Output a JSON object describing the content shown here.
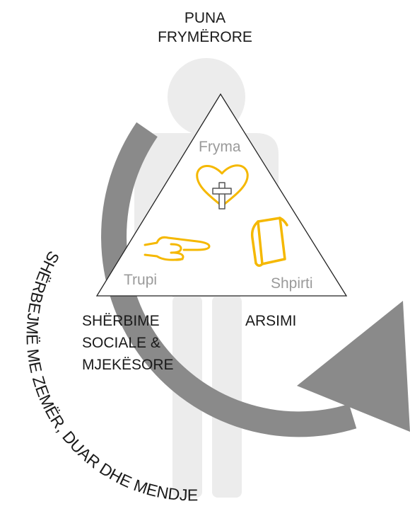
{
  "top_title": {
    "line1": "PUNA",
    "line2": "FRYMËRORE"
  },
  "triangle": {
    "top_label": "Fryma",
    "left_label": "Trupi",
    "right_label": "Shpirti"
  },
  "left_area": {
    "line1": "SHËRBIME",
    "line2": "SOCIALE &",
    "line3": "MJEKËSORE"
  },
  "right_area": {
    "label": "ARSIMI"
  },
  "cycle_arrow": {
    "text": "SHËRBEJMË ME ZEMËR, DUAR DHE MENDJE"
  },
  "icons": {
    "top": "heart-cross-icon",
    "left": "pointing-hand-icon",
    "right": "book-icon"
  },
  "colors": {
    "accent": "#f5b800",
    "figure": "#ececec",
    "arrow": "#8a8a8a",
    "label_gray": "#9a9a9a",
    "text": "#1a1a1a"
  }
}
